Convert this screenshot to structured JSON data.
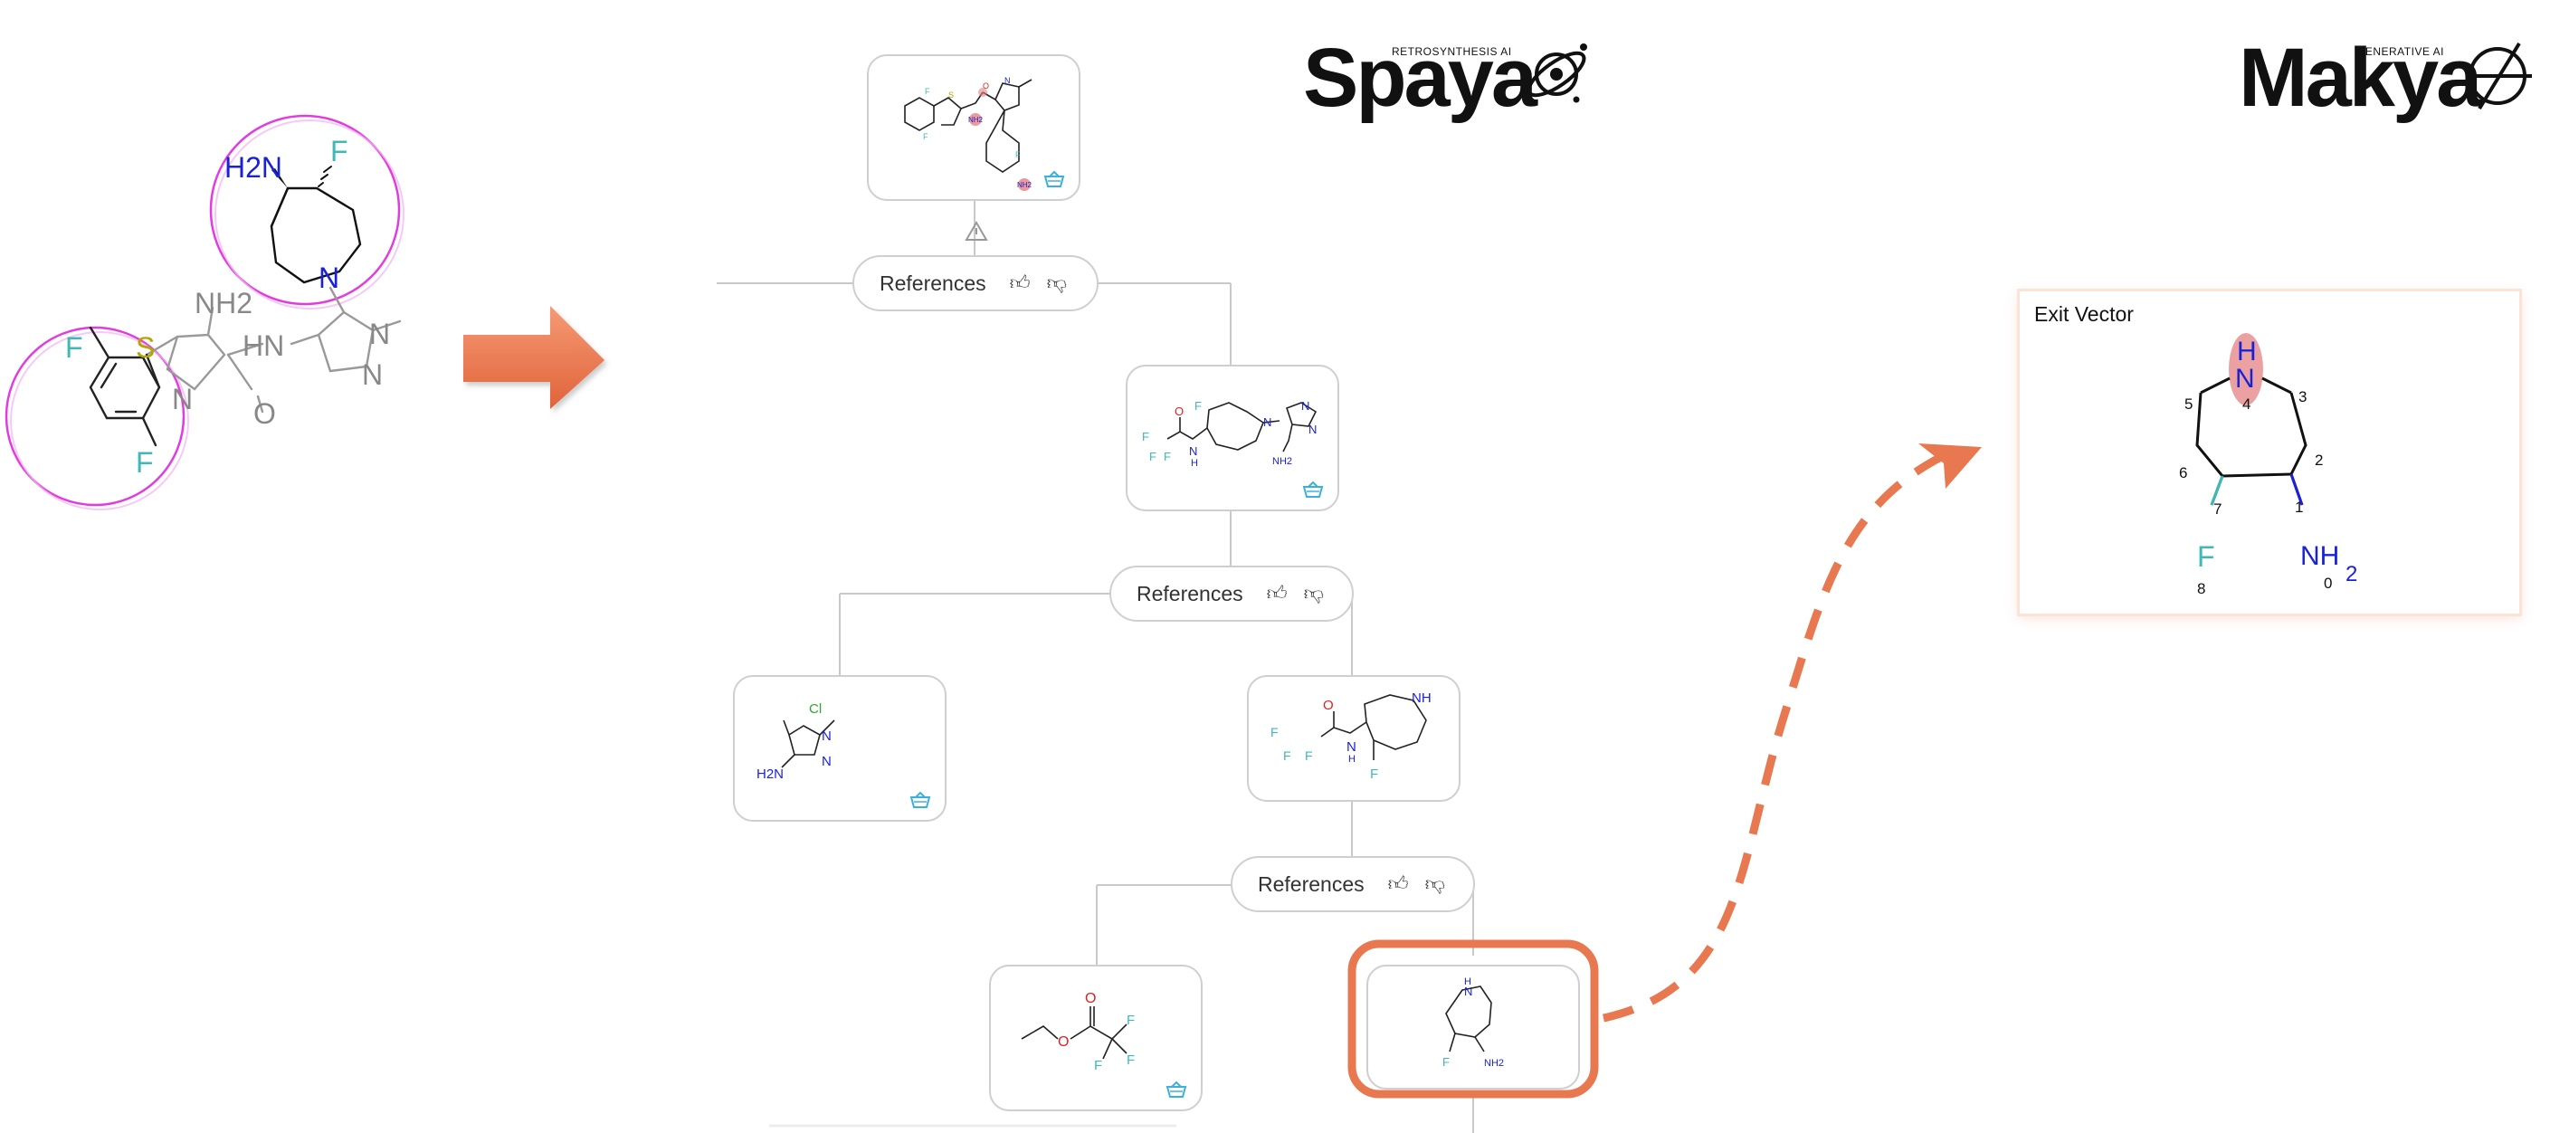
{
  "logos": {
    "spaya": {
      "name": "Spaya",
      "tagline": "RETROSYNTHESIS AI"
    },
    "makya": {
      "name": "Makya",
      "tagline": "GENERATIVE AI"
    }
  },
  "tree": {
    "references_label": "References",
    "nodes": {
      "target": {
        "labels": [
          "NH2",
          "NH2"
        ]
      },
      "intermediate_1": {
        "labels": [
          "F",
          "F",
          "F",
          "F",
          "O",
          "N",
          "H",
          "N",
          "N",
          "N",
          "NH2"
        ]
      },
      "chloropyrazole": {
        "labels": [
          "Cl",
          "N",
          "N",
          "H2N"
        ]
      },
      "amide_azepane": {
        "labels": [
          "O",
          "NH",
          "F",
          "F",
          "F",
          "N",
          "H",
          "F"
        ]
      },
      "ethyl_ester": {
        "labels": [
          "O",
          "O",
          "F",
          "F",
          "F"
        ]
      },
      "aminoazepane": {
        "labels": [
          "H",
          "N",
          "F",
          "NH2"
        ]
      }
    }
  },
  "left_molecule": {
    "labels": [
      "H2N",
      "F",
      "N",
      "NH2",
      "S",
      "F",
      "N",
      "F",
      "HN",
      "O",
      "N",
      "N"
    ]
  },
  "exit_vector": {
    "title": "Exit Vector",
    "atom_labels": [
      "H",
      "N",
      "4",
      "5",
      "3",
      "6",
      "2",
      "7",
      "1",
      "F",
      "8",
      "NH",
      "2",
      "0"
    ]
  },
  "colors": {
    "accent": "#e8784f",
    "highlight_ring": "#e23ce0",
    "nitrogen": "#1a22d6",
    "fluorine": "#3fb8b8",
    "oxygen": "#e02020",
    "chlorine": "#2ea82e",
    "sulfur": "#b7a400",
    "basket": "#3ab0e0"
  }
}
